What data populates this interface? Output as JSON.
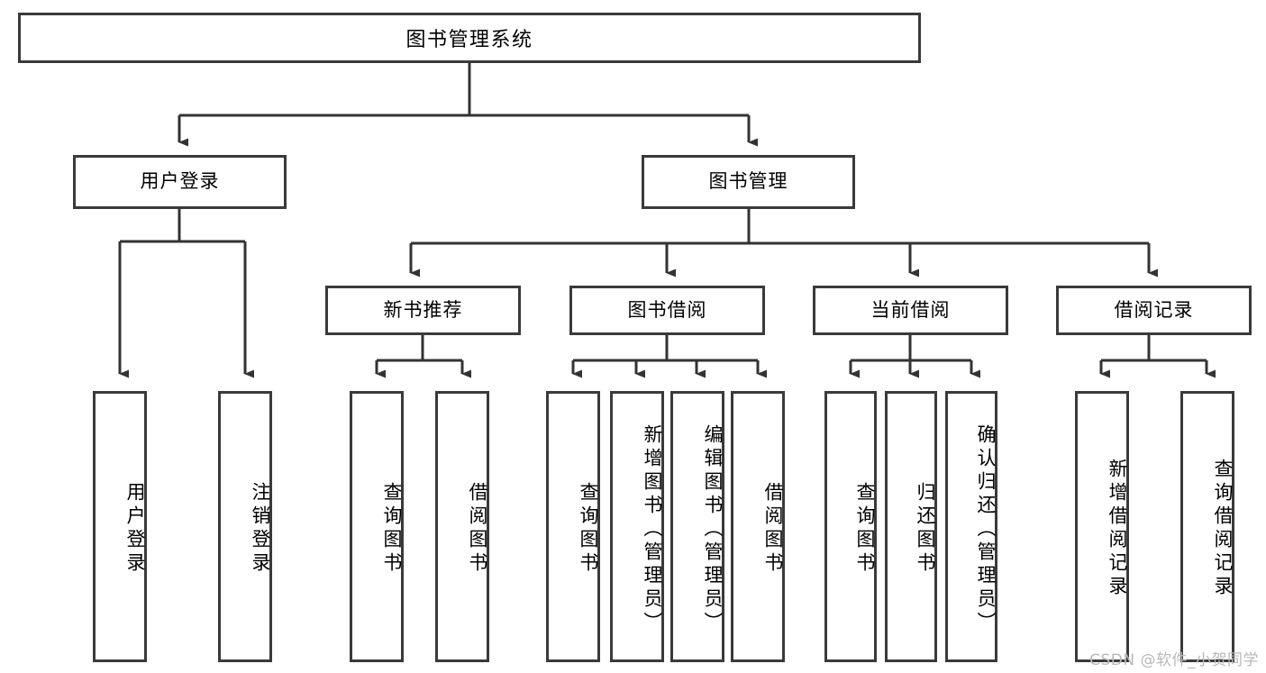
{
  "diagram": {
    "title": "图书管理系统",
    "type": "tree",
    "root": {
      "label": "图书管理系统",
      "children": [
        {
          "label": "用户登录",
          "children": [
            {
              "label": "用户登录"
            },
            {
              "label": "注销登录"
            }
          ]
        },
        {
          "label": "图书管理",
          "children": [
            {
              "label": "新书推荐",
              "children": [
                {
                  "label": "查询图书"
                },
                {
                  "label": "借阅图书"
                }
              ]
            },
            {
              "label": "图书借阅",
              "children": [
                {
                  "label": "查询图书"
                },
                {
                  "label": "新增图书（管理员）"
                },
                {
                  "label": "编辑图书（管理员）"
                },
                {
                  "label": "借阅图书"
                }
              ]
            },
            {
              "label": "当前借阅",
              "children": [
                {
                  "label": "查询图书"
                },
                {
                  "label": "归还图书"
                },
                {
                  "label": "确认归还（管理员）"
                }
              ]
            },
            {
              "label": "借阅记录",
              "children": [
                {
                  "label": "新增借阅记录"
                },
                {
                  "label": "查询借阅记录"
                }
              ]
            }
          ]
        }
      ]
    }
  },
  "nodes": {
    "root": "图书管理系统",
    "user_login": "用户登录",
    "book_manage": "图书管理",
    "new_book_rec": "新书推荐",
    "book_borrow": "图书借阅",
    "current_borrow": "当前借阅",
    "borrow_record": "借阅记录",
    "leaf_user_login": "用户登录",
    "leaf_logout": "注销登录",
    "leaf_query_book_1": "查询图书",
    "leaf_borrow_book_1": "借阅图书",
    "leaf_query_book_2": "查询图书",
    "leaf_add_book_admin": "新增图书（管理员）",
    "leaf_edit_book_admin": "编辑图书（管理员）",
    "leaf_borrow_book_2": "借阅图书",
    "leaf_query_book_3": "查询图书",
    "leaf_return_book": "归还图书",
    "leaf_confirm_return_admin": "确认归还（管理员）",
    "leaf_add_record": "新增借阅记录",
    "leaf_query_record": "查询借阅记录"
  },
  "watermark": "CSDN @软件_小贺同学",
  "colors": {
    "border": "#3a3a3a",
    "connector": "#333333",
    "background": "#ffffff",
    "text": "#000000",
    "watermark": "#b9b9b9"
  }
}
